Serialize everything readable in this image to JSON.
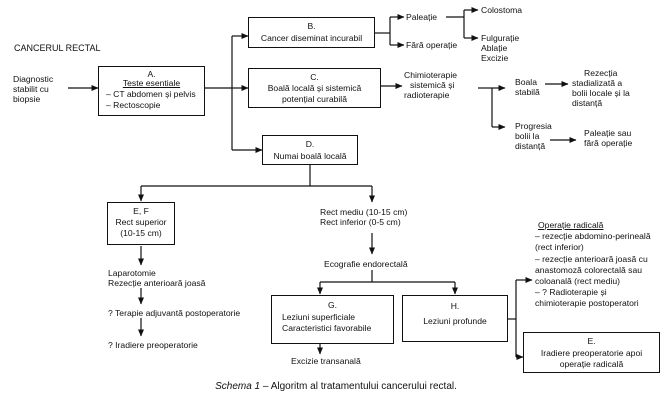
{
  "title": "CANCERUL RECTAL",
  "start": [
    "Diagnostic",
    "stabilit cu",
    "biopsie"
  ],
  "box_a": {
    "letter": "A.",
    "heading": "Teste esentiale",
    "items": [
      "– CT abdomen și pelvis",
      "– Rectoscopie"
    ]
  },
  "box_b": {
    "letter": "B.",
    "text": "Cancer diseminat incurabil"
  },
  "box_c": {
    "letter": "C.",
    "lines": [
      "Boală locală și sistemică",
      "potențial curabilă"
    ]
  },
  "box_d": {
    "letter": "D.",
    "text": "Numai boală locală"
  },
  "box_ef": {
    "letter": "E, F",
    "lines": [
      "Rect superior",
      "(10-15 cm)"
    ]
  },
  "box_g": {
    "letter": "G.",
    "lines": [
      "Leziuni superficiale",
      "Caracteristici favorabile"
    ]
  },
  "box_h": {
    "letter": "H.",
    "text": "Leziuni profunde"
  },
  "box_e": {
    "letter": "E.",
    "lines": [
      "Iradiere preoperatorie apoi",
      "operație radicală"
    ]
  },
  "paleatie": "Paleație",
  "fara_operatie": "Fără operație",
  "colostoma": "Colostoma",
  "fulguratie": [
    "Fulgurație",
    "Ablație",
    "Excizie"
  ],
  "chimio": [
    "Chimioterapie",
    "sistemică și",
    "radioterapie"
  ],
  "boala_stabila": [
    "Boala",
    "stabilă"
  ],
  "rezectia": [
    "Rezecția",
    "stadializată a",
    "bolii locale și la",
    "distanță"
  ],
  "progresia": [
    "Progresia",
    "bolii la",
    "distanță"
  ],
  "paleatie_sau": [
    "Paleație sau",
    "fără operație"
  ],
  "rect_mediu": [
    "Rect mediu (10-15 cm)",
    "Rect inferior (0-5 cm)"
  ],
  "ecografie": "Ecografie endorectală",
  "excizie": "Excizie transanală",
  "laparotomie": [
    "Laparotomie",
    "Rezecție anterioară joasă"
  ],
  "terapie": "? Terapie adjuvantă postoperatorie",
  "iradiere": "? Iradiere preoperatorie",
  "operatie_radicala": {
    "heading": "Operație radicală",
    "lines": [
      "– rezecție abdomino-perineală",
      "(rect inferior)",
      "– rezecție anterioară joasă cu",
      "anastomoză colorectală sau",
      "coloanală (rect mediu)",
      "– ? Radioterapie și",
      "chimioterapie postoperatori"
    ]
  },
  "caption": {
    "lead": "Schema 1",
    "rest": " – Algoritm al tratamentului cancerului rectal."
  }
}
